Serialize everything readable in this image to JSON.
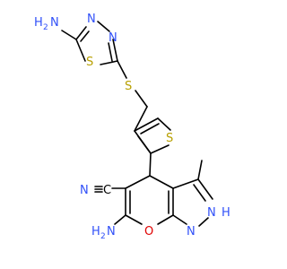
{
  "colors": {
    "bond": "#000000",
    "nitrogen": "#3050F8",
    "sulfur": "#B8A000",
    "oxygen": "#E00000"
  },
  "atoms": {
    "nh2_top": "H",
    "nh2_top_n": "N",
    "nh2_top_sub": "2",
    "n_td_1": "N",
    "n_td_2": "N",
    "s_ring": "S",
    "s_link": "S",
    "s_thio": "S",
    "nitrile_n": "N",
    "nitrile_c": "C",
    "nh2_bot_h": "H",
    "nh2_bot_n": "N",
    "nh2_bot_sub": "2",
    "o_ring": "O",
    "n_pz": "N",
    "nh_pz_n": "N",
    "nh_pz_h": "H"
  }
}
